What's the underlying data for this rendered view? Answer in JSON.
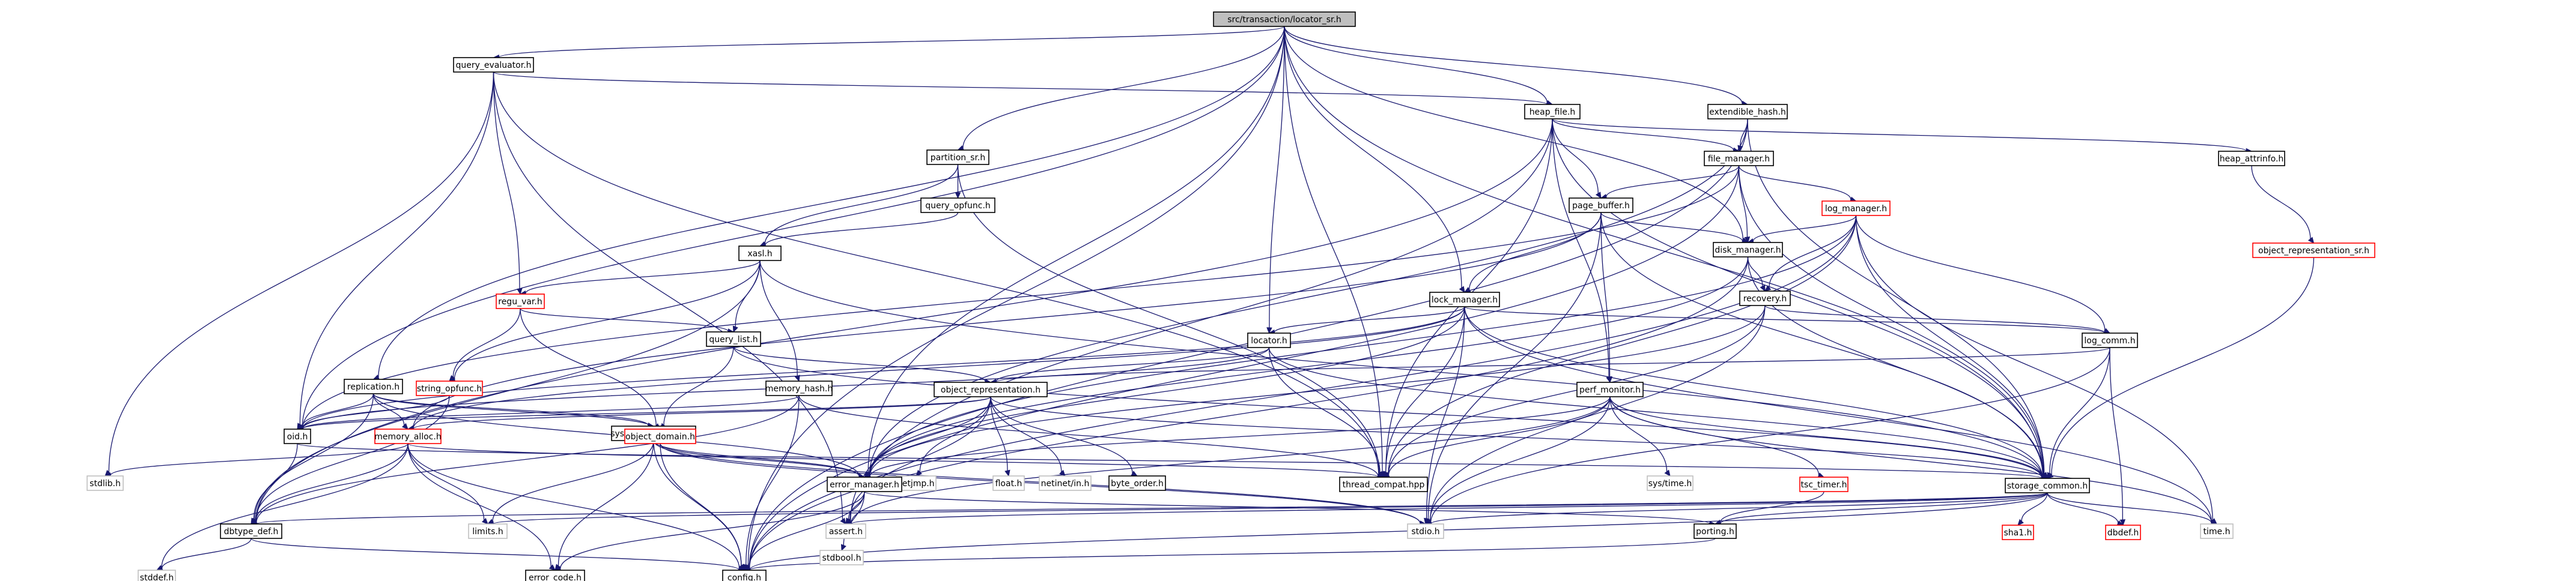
{
  "root": "src/transaction/locator_sr.h",
  "nodes": [
    {
      "id": "n_root",
      "label": "src/transaction/locator_sr.h",
      "style": "root"
    },
    {
      "id": "n_query_evaluator",
      "label": "query_evaluator.h",
      "style": "normal"
    },
    {
      "id": "n_heap_file",
      "label": "heap_file.h",
      "style": "normal"
    },
    {
      "id": "n_extendible_hash",
      "label": "extendible_hash.h",
      "style": "normal"
    },
    {
      "id": "n_file_manager",
      "label": "file_manager.h",
      "style": "normal"
    },
    {
      "id": "n_heap_attrinfo",
      "label": "heap_attrinfo.h",
      "style": "normal"
    },
    {
      "id": "n_partition_sr",
      "label": "partition_sr.h",
      "style": "normal"
    },
    {
      "id": "n_query_opfunc",
      "label": "query_opfunc.h",
      "style": "normal"
    },
    {
      "id": "n_object_representation_sr",
      "label": "object_representation_sr.h",
      "style": "red"
    },
    {
      "id": "n_log_manager",
      "label": "log_manager.h",
      "style": "red"
    },
    {
      "id": "n_page_buffer",
      "label": "page_buffer.h",
      "style": "normal"
    },
    {
      "id": "n_xasl",
      "label": "xasl.h",
      "style": "normal"
    },
    {
      "id": "n_disk_manager",
      "label": "disk_manager.h",
      "style": "normal"
    },
    {
      "id": "n_regu_var",
      "label": "regu_var.h",
      "style": "red"
    },
    {
      "id": "n_recovery",
      "label": "recovery.h",
      "style": "normal"
    },
    {
      "id": "n_lock_manager",
      "label": "lock_manager.h",
      "style": "normal"
    },
    {
      "id": "n_query_list",
      "label": "query_list.h",
      "style": "normal"
    },
    {
      "id": "n_locator",
      "label": "locator.h",
      "style": "normal"
    },
    {
      "id": "n_log_comm",
      "label": "log_comm.h",
      "style": "normal"
    },
    {
      "id": "n_replication",
      "label": "replication.h",
      "style": "normal"
    },
    {
      "id": "n_string_opfunc",
      "label": "string_opfunc.h",
      "style": "red"
    },
    {
      "id": "n_memory_hash",
      "label": "memory_hash.h",
      "style": "normal"
    },
    {
      "id": "n_object_representation",
      "label": "object_representation.h",
      "style": "normal"
    },
    {
      "id": "n_perf_monitor",
      "label": "perf_monitor.h",
      "style": "normal"
    },
    {
      "id": "n_oid",
      "label": "oid.h",
      "style": "normal"
    },
    {
      "id": "n_memory_alloc",
      "label": "memory_alloc.h",
      "style": "red"
    },
    {
      "id": "n_system_parameter",
      "label": "system_parameter.h",
      "style": "normal"
    },
    {
      "id": "n_object_domain",
      "label": "object_domain.h",
      "style": "red"
    },
    {
      "id": "n_setjmp",
      "label": "setjmp.h",
      "style": "grey"
    },
    {
      "id": "n_float",
      "label": "float.h",
      "style": "grey"
    },
    {
      "id": "n_netinet_in",
      "label": "netinet/in.h",
      "style": "grey"
    },
    {
      "id": "n_byte_order",
      "label": "byte_order.h",
      "style": "normal"
    },
    {
      "id": "n_sys_time",
      "label": "sys/time.h",
      "style": "grey"
    },
    {
      "id": "n_stdlib",
      "label": "stdlib.h",
      "style": "grey"
    },
    {
      "id": "n_thread_compat",
      "label": "thread_compat.hpp",
      "style": "normal"
    },
    {
      "id": "n_error_manager",
      "label": "error_manager.h",
      "style": "normal"
    },
    {
      "id": "n_tsc_timer",
      "label": "tsc_timer.h",
      "style": "red"
    },
    {
      "id": "n_storage_common",
      "label": "storage_common.h",
      "style": "normal"
    },
    {
      "id": "n_dbtype_def",
      "label": "dbtype_def.h",
      "style": "normal"
    },
    {
      "id": "n_limits",
      "label": "limits.h",
      "style": "grey"
    },
    {
      "id": "n_assert",
      "label": "assert.h",
      "style": "grey"
    },
    {
      "id": "n_stdbool",
      "label": "stdbool.h",
      "style": "grey"
    },
    {
      "id": "n_stdio",
      "label": "stdio.h",
      "style": "grey"
    },
    {
      "id": "n_porting",
      "label": "porting.h",
      "style": "normal"
    },
    {
      "id": "n_sha1",
      "label": "sha1.h",
      "style": "red"
    },
    {
      "id": "n_dbdef",
      "label": "dbdef.h",
      "style": "red"
    },
    {
      "id": "n_time",
      "label": "time.h",
      "style": "grey"
    },
    {
      "id": "n_stddef",
      "label": "stddef.h",
      "style": "grey"
    },
    {
      "id": "n_error_code",
      "label": "error_code.h",
      "style": "normal"
    },
    {
      "id": "n_config",
      "label": "config.h",
      "style": "normal"
    }
  ],
  "edges": [
    [
      "n_root",
      "n_query_evaluator"
    ],
    [
      "n_root",
      "n_heap_file"
    ],
    [
      "n_root",
      "n_extendible_hash"
    ],
    [
      "n_root",
      "n_partition_sr"
    ],
    [
      "n_root",
      "n_lock_manager"
    ],
    [
      "n_root",
      "n_locator"
    ],
    [
      "n_root",
      "n_replication"
    ],
    [
      "n_root",
      "n_disk_manager"
    ],
    [
      "n_root",
      "n_error_manager"
    ],
    [
      "n_root",
      "n_thread_compat"
    ],
    [
      "n_root",
      "n_storage_common"
    ],
    [
      "n_root",
      "n_oid"
    ],
    [
      "n_root",
      "n_config"
    ],
    [
      "n_query_evaluator",
      "n_heap_file"
    ],
    [
      "n_query_evaluator",
      "n_regu_var"
    ],
    [
      "n_query_evaluator",
      "n_oid"
    ],
    [
      "n_query_evaluator",
      "n_stdlib"
    ],
    [
      "n_query_evaluator",
      "n_assert"
    ],
    [
      "n_query_evaluator",
      "n_thread_compat"
    ],
    [
      "n_heap_file",
      "n_file_manager"
    ],
    [
      "n_heap_file",
      "n_heap_attrinfo"
    ],
    [
      "n_heap_file",
      "n_page_buffer"
    ],
    [
      "n_heap_file",
      "n_perf_monitor"
    ],
    [
      "n_heap_file",
      "n_thread_compat"
    ],
    [
      "n_heap_file",
      "n_storage_common"
    ],
    [
      "n_heap_file",
      "n_dbtype_def"
    ],
    [
      "n_heap_file",
      "n_assert"
    ],
    [
      "n_extendible_hash",
      "n_file_manager"
    ],
    [
      "n_extendible_hash",
      "n_error_manager"
    ],
    [
      "n_extendible_hash",
      "n_config"
    ],
    [
      "n_extendible_hash",
      "n_storage_common"
    ],
    [
      "n_file_manager",
      "n_log_manager"
    ],
    [
      "n_file_manager",
      "n_page_buffer"
    ],
    [
      "n_file_manager",
      "n_disk_manager"
    ],
    [
      "n_file_manager",
      "n_storage_common"
    ],
    [
      "n_file_manager",
      "n_oid"
    ],
    [
      "n_file_manager",
      "n_config"
    ],
    [
      "n_heap_attrinfo",
      "n_object_representation_sr"
    ],
    [
      "n_object_representation_sr",
      "n_storage_common"
    ],
    [
      "n_partition_sr",
      "n_query_opfunc"
    ],
    [
      "n_partition_sr",
      "n_xasl"
    ],
    [
      "n_partition_sr",
      "n_thread_compat"
    ],
    [
      "n_query_opfunc",
      "n_xasl"
    ],
    [
      "n_log_manager",
      "n_disk_manager"
    ],
    [
      "n_log_manager",
      "n_recovery"
    ],
    [
      "n_log_manager",
      "n_log_comm"
    ],
    [
      "n_log_manager",
      "n_storage_common"
    ],
    [
      "n_log_manager",
      "n_thread_compat"
    ],
    [
      "n_log_manager",
      "n_error_manager"
    ],
    [
      "n_log_manager",
      "n_time"
    ],
    [
      "n_log_manager",
      "n_config"
    ],
    [
      "n_page_buffer",
      "n_disk_manager"
    ],
    [
      "n_page_buffer",
      "n_lock_manager"
    ],
    [
      "n_page_buffer",
      "n_perf_monitor"
    ],
    [
      "n_page_buffer",
      "n_storage_common"
    ],
    [
      "n_page_buffer",
      "n_memory_alloc"
    ],
    [
      "n_page_buffer",
      "n_stdio"
    ],
    [
      "n_xasl",
      "n_regu_var"
    ],
    [
      "n_xasl",
      "n_query_list"
    ],
    [
      "n_xasl",
      "n_string_opfunc"
    ],
    [
      "n_xasl",
      "n_memory_hash"
    ],
    [
      "n_xasl",
      "n_storage_common"
    ],
    [
      "n_xasl",
      "n_dbtype_def"
    ],
    [
      "n_disk_manager",
      "n_recovery"
    ],
    [
      "n_disk_manager",
      "n_storage_common"
    ],
    [
      "n_disk_manager",
      "n_error_manager"
    ],
    [
      "n_disk_manager",
      "n_config"
    ],
    [
      "n_regu_var",
      "n_string_opfunc"
    ],
    [
      "n_regu_var",
      "n_object_domain"
    ],
    [
      "n_regu_var",
      "n_query_list"
    ],
    [
      "n_recovery",
      "n_log_comm"
    ],
    [
      "n_recovery",
      "n_error_manager"
    ],
    [
      "n_recovery",
      "n_stdio"
    ],
    [
      "n_recovery",
      "n_thread_compat"
    ],
    [
      "n_lock_manager",
      "n_locator"
    ],
    [
      "n_lock_manager",
      "n_log_comm"
    ],
    [
      "n_lock_manager",
      "n_oid"
    ],
    [
      "n_lock_manager",
      "n_error_manager"
    ],
    [
      "n_lock_manager",
      "n_storage_common"
    ],
    [
      "n_lock_manager",
      "n_thread_compat"
    ],
    [
      "n_lock_manager",
      "n_stdio"
    ],
    [
      "n_lock_manager",
      "n_time"
    ],
    [
      "n_lock_manager",
      "n_memory_alloc"
    ],
    [
      "n_query_list",
      "n_object_representation"
    ],
    [
      "n_query_list",
      "n_storage_common"
    ],
    [
      "n_query_list",
      "n_object_domain"
    ],
    [
      "n_locator",
      "n_object_representation"
    ],
    [
      "n_locator",
      "n_storage_common"
    ],
    [
      "n_locator",
      "n_thread_compat"
    ],
    [
      "n_locator",
      "n_oid"
    ],
    [
      "n_log_comm",
      "n_storage_common"
    ],
    [
      "n_log_comm",
      "n_object_representation"
    ],
    [
      "n_log_comm",
      "n_dbdef"
    ],
    [
      "n_log_comm",
      "n_stdio"
    ],
    [
      "n_replication",
      "n_oid"
    ],
    [
      "n_replication",
      "n_memory_alloc"
    ],
    [
      "n_replication",
      "n_system_parameter"
    ],
    [
      "n_replication",
      "n_object_domain"
    ],
    [
      "n_replication",
      "n_dbtype_def"
    ],
    [
      "n_replication",
      "n_error_manager"
    ],
    [
      "n_string_opfunc",
      "n_oid"
    ],
    [
      "n_string_opfunc",
      "n_dbtype_def"
    ],
    [
      "n_memory_hash",
      "n_oid"
    ],
    [
      "n_memory_hash",
      "n_thread_compat"
    ],
    [
      "n_memory_hash",
      "n_dbtype_def"
    ],
    [
      "n_memory_hash",
      "n_config"
    ],
    [
      "n_object_representation",
      "n_setjmp"
    ],
    [
      "n_object_representation",
      "n_float"
    ],
    [
      "n_object_representation",
      "n_netinet_in"
    ],
    [
      "n_object_representation",
      "n_byte_order"
    ],
    [
      "n_object_representation",
      "n_storage_common"
    ],
    [
      "n_object_representation",
      "n_oid"
    ],
    [
      "n_object_representation",
      "n_error_manager"
    ],
    [
      "n_object_representation",
      "n_memory_alloc"
    ],
    [
      "n_object_representation",
      "n_assert"
    ],
    [
      "n_perf_monitor",
      "n_sys_time"
    ],
    [
      "n_perf_monitor",
      "n_tsc_timer"
    ],
    [
      "n_perf_monitor",
      "n_storage_common"
    ],
    [
      "n_perf_monitor",
      "n_thread_compat"
    ],
    [
      "n_perf_monitor",
      "n_stdio"
    ],
    [
      "n_perf_monitor",
      "n_time"
    ],
    [
      "n_perf_monitor",
      "n_error_manager"
    ],
    [
      "n_perf_monitor",
      "n_assert"
    ],
    [
      "n_oid",
      "n_dbtype_def"
    ],
    [
      "n_oid",
      "n_storage_common"
    ],
    [
      "n_memory_alloc",
      "n_stdlib"
    ],
    [
      "n_memory_alloc",
      "n_dbtype_def"
    ],
    [
      "n_memory_alloc",
      "n_limits"
    ],
    [
      "n_memory_alloc",
      "n_stddef"
    ],
    [
      "n_memory_alloc",
      "n_error_code"
    ],
    [
      "n_memory_alloc",
      "n_config"
    ],
    [
      "n_memory_alloc",
      "n_thread_compat"
    ],
    [
      "n_system_parameter",
      "n_error_manager"
    ],
    [
      "n_system_parameter",
      "n_limits"
    ],
    [
      "n_system_parameter",
      "n_error_code"
    ],
    [
      "n_system_parameter",
      "n_config"
    ],
    [
      "n_system_parameter",
      "n_stdio"
    ],
    [
      "n_object_domain",
      "n_error_manager"
    ],
    [
      "n_object_domain",
      "n_config"
    ],
    [
      "n_object_domain",
      "n_stdio"
    ],
    [
      "n_tsc_timer",
      "n_porting"
    ],
    [
      "n_error_manager",
      "n_stdbool"
    ],
    [
      "n_error_manager",
      "n_assert"
    ],
    [
      "n_error_manager",
      "n_error_code"
    ],
    [
      "n_error_manager",
      "n_config"
    ],
    [
      "n_error_manager",
      "n_porting"
    ],
    [
      "n_storage_common",
      "n_limits"
    ],
    [
      "n_storage_common",
      "n_assert"
    ],
    [
      "n_storage_common",
      "n_stdio"
    ],
    [
      "n_storage_common",
      "n_porting"
    ],
    [
      "n_storage_common",
      "n_sha1"
    ],
    [
      "n_storage_common",
      "n_dbdef"
    ],
    [
      "n_storage_common",
      "n_time"
    ],
    [
      "n_storage_common",
      "n_config"
    ],
    [
      "n_storage_common",
      "n_dbtype_def"
    ],
    [
      "n_dbtype_def",
      "n_stddef"
    ],
    [
      "n_dbtype_def",
      "n_config"
    ],
    [
      "n_porting",
      "n_config"
    ]
  ]
}
